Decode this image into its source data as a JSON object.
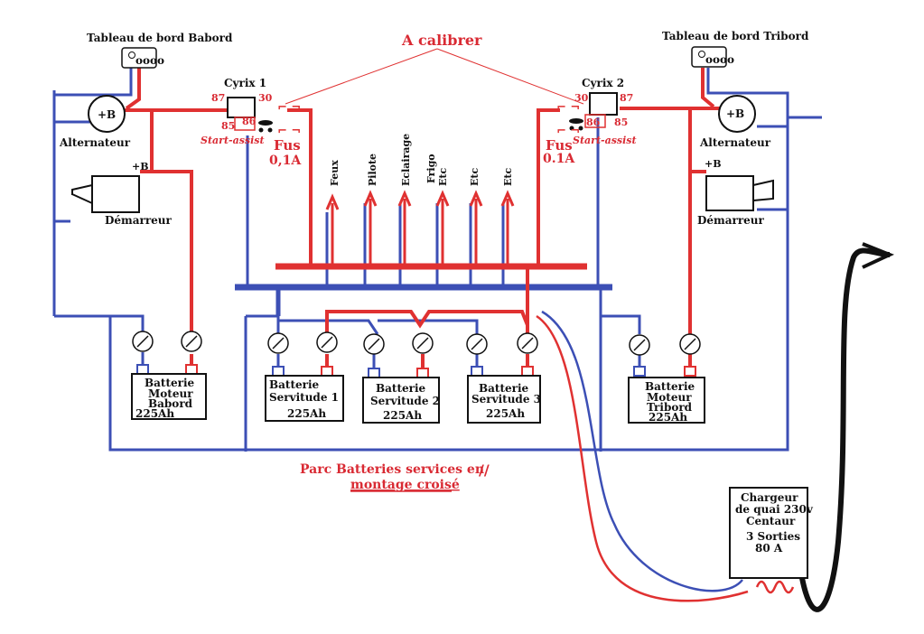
{
  "labels": {
    "tableau_babord": "Tableau de bord  Babord",
    "tableau_tribord": "Tableau de bord Tribord",
    "a_calibrer": "A calibrer",
    "cyrix1": "Cyrix 1",
    "cyrix2": "Cyrix 2",
    "alternateur": "Alternateur",
    "demarreur": "Démarreur",
    "plus_b": "+B",
    "start_assist": "Start-assist",
    "fus": "Fus",
    "fus_value_left": "0,1A",
    "fus_value_right": "0.1A",
    "pin_87": "87",
    "pin_30": "30",
    "pin_85": "85",
    "pin_86": "86",
    "parc_line1": "Parc Batteries services en",
    "parc_line2": "montage croisé",
    "parallel_sign": "//"
  },
  "consumers": [
    "Feux",
    "Pilote",
    "Eclairage",
    "Frigo",
    "Etc",
    "Etc",
    "Etc"
  ],
  "batteries": {
    "moteur_babord": {
      "line1": "Batterie",
      "line2": "Moteur",
      "line3": "Babord",
      "cap": "225Ah"
    },
    "servitude1": {
      "line1": "Batterie",
      "line2": "Servitude 1",
      "cap": "225Ah"
    },
    "servitude2": {
      "line1": "Batterie",
      "line2": "Servitude 2",
      "cap": "225Ah"
    },
    "servitude3": {
      "line1": "Batterie",
      "line2": "Servitude 3",
      "cap": "225Ah"
    },
    "moteur_tribord": {
      "line1": "Batterie",
      "line2": "Moteur",
      "line3": "Tribord",
      "cap": "225Ah"
    }
  },
  "chargeur": {
    "line1": "Chargeur",
    "line2": "de quai 230v",
    "line3": "Centaur",
    "line4": "3 Sorties",
    "line5": "80 A"
  },
  "colors": {
    "positive": "#e03131",
    "negative": "#3c4fb5",
    "charger_cable": "#111111"
  }
}
